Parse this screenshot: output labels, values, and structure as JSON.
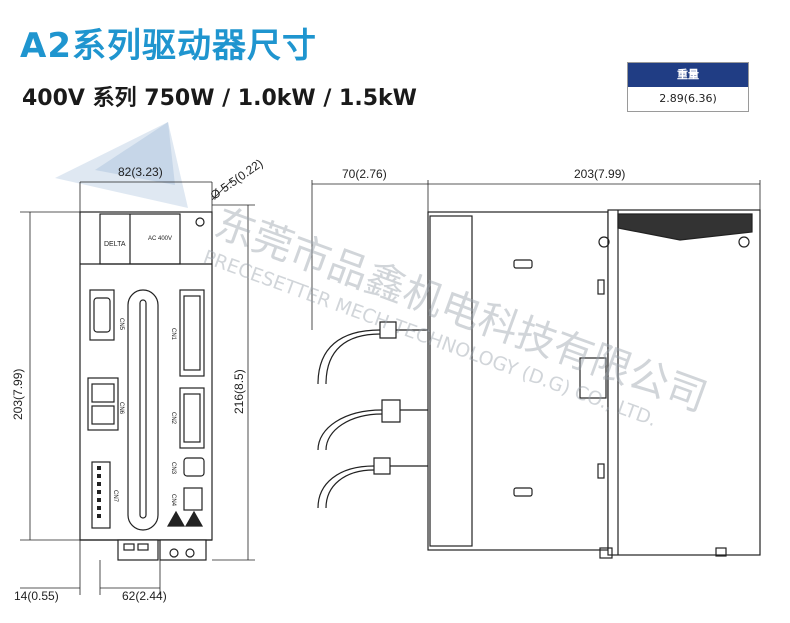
{
  "page": {
    "title": "A2系列驱动器尺寸",
    "subtitle": "400V 系列 750W / 1.0kW / 1.5kW"
  },
  "weight_table": {
    "header": "重量",
    "value": "2.89(6.36)"
  },
  "dimensions": {
    "front_width": "82(3.23)",
    "hole_diameter": "Ø 5.5(0.22)",
    "front_height_left": "203(7.99)",
    "front_height_right": "216(8.5)",
    "bottom_offset": "14(0.55)",
    "bottom_span": "62(2.44)",
    "side_connector_depth": "70(2.76)",
    "side_depth": "203(7.99)"
  },
  "front_labels": {
    "brand": "DELTA",
    "model": "AC 400V",
    "cn5": "CN5",
    "cn1": "CN1",
    "cn6": "CN6",
    "cn2": "CN2",
    "cn3": "CN3",
    "cn7": "CN7",
    "cn4": "CN4"
  },
  "watermark": {
    "line1": "东莞市品鑫机电科技有限公司",
    "line2": "PRECESETTER MECH TECHNOLOGY (D.G) CO., LTD."
  }
}
